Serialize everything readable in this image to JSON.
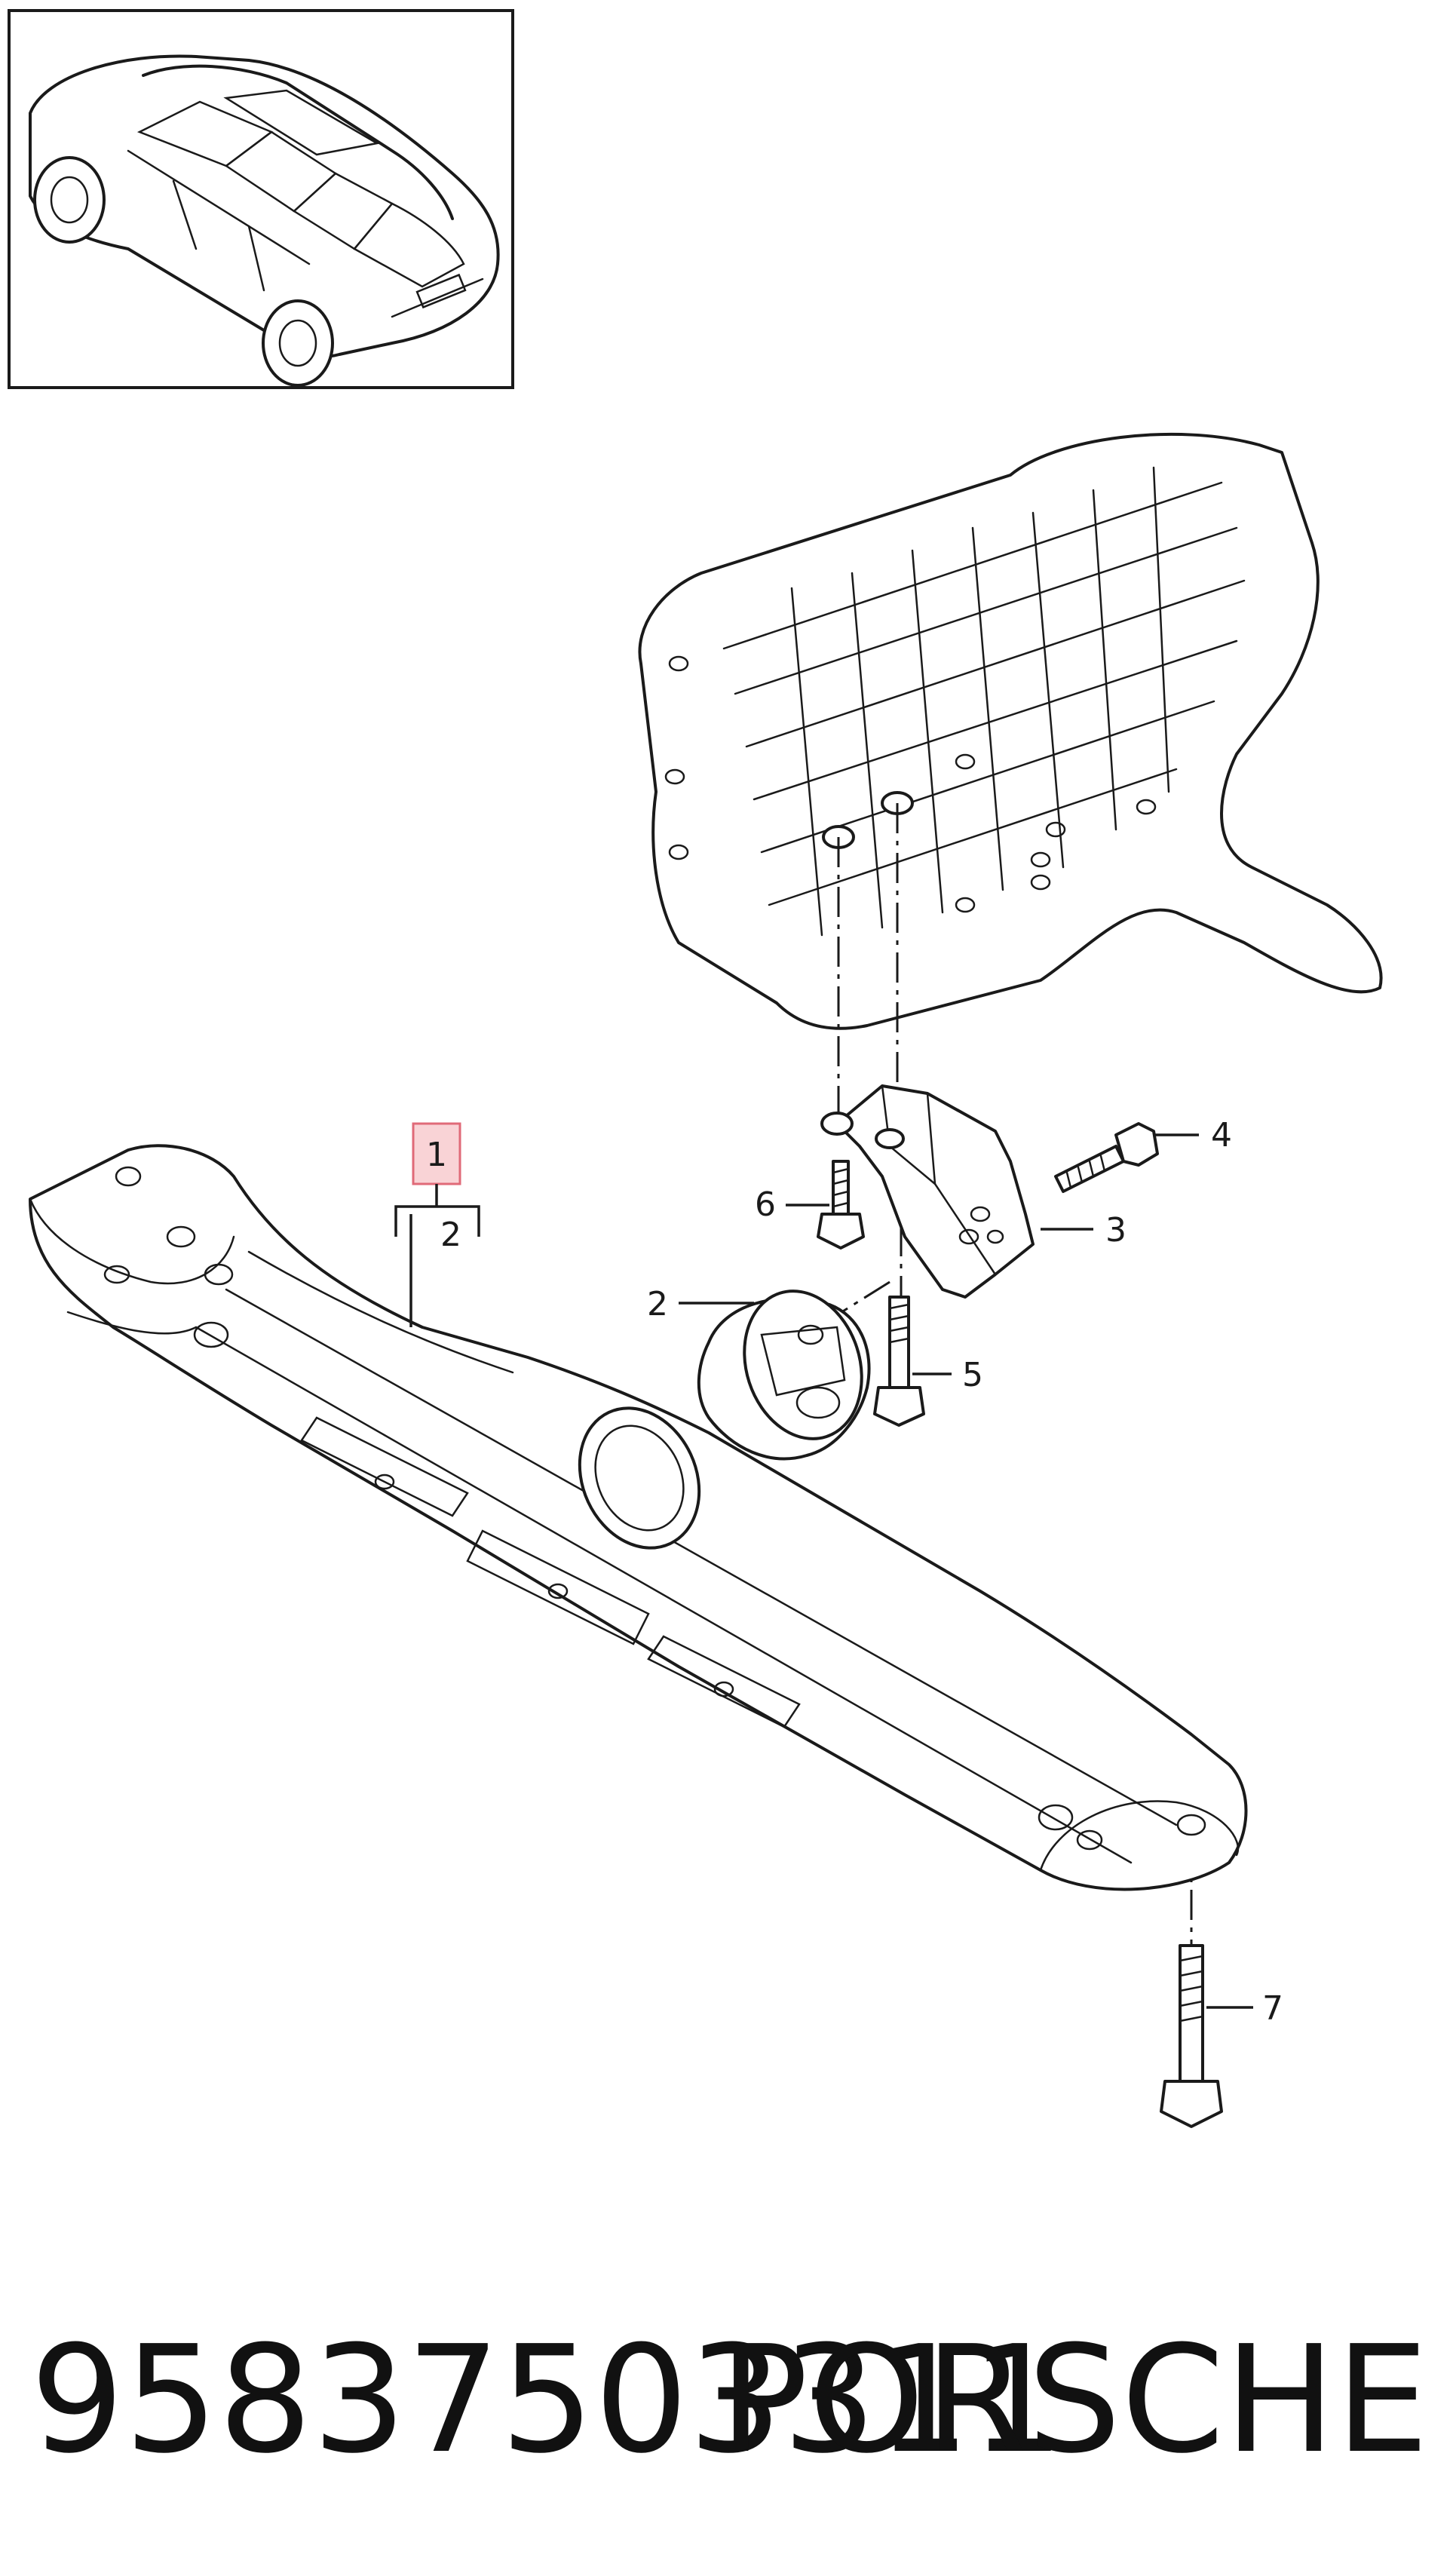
{
  "callouts": {
    "c1": "1",
    "c2a": "2",
    "c2b": "2",
    "c3": "3",
    "c4": "4",
    "c5": "5",
    "c6": "6",
    "c7": "7"
  },
  "footer": {
    "part_number": "95837503311",
    "brand": "PORSCHE"
  },
  "colors": {
    "highlight_fill": "#f9d3d6",
    "highlight_stroke": "#e06a78",
    "line": "#1a1a1a"
  }
}
